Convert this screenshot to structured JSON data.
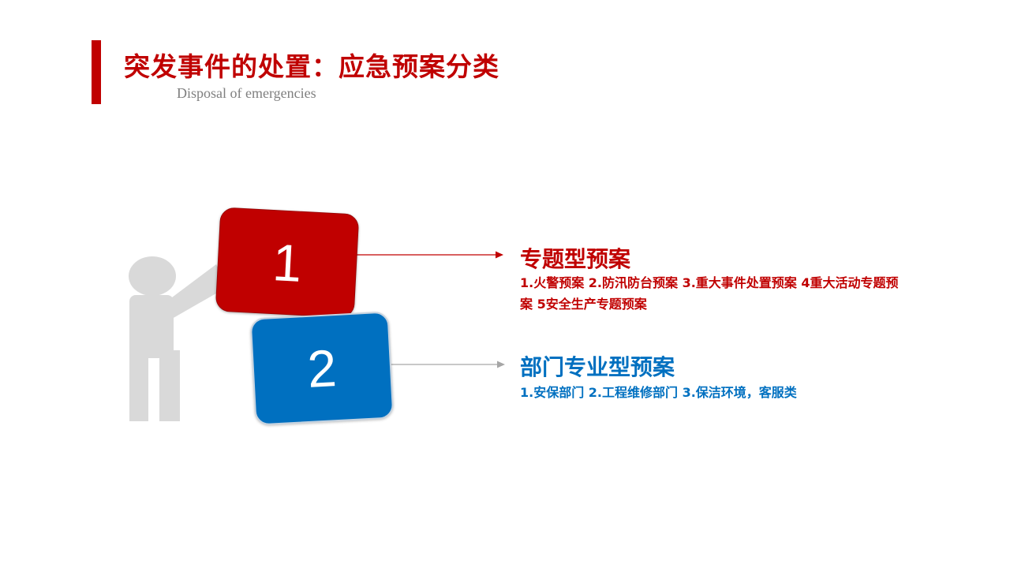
{
  "slide": {
    "title": "突发事件的处置：应急预案分类",
    "subtitle": "Disposal of emergencies"
  },
  "colors": {
    "accent_red": "#c00000",
    "accent_blue": "#0070c0",
    "figure_gray": "#d9d9d9",
    "subtitle_gray": "#7f7f7f"
  },
  "items": [
    {
      "number": "1",
      "heading": "专题型预案",
      "description": "1.火警预案  2.防汛防台预案  3.重大事件处置预案  4重大活动专题预案  5安全生产专题预案"
    },
    {
      "number": "2",
      "heading": "部门专业型预案",
      "description": "1.安保部门  2.工程维修部门  3.保洁环境，客服类"
    }
  ]
}
